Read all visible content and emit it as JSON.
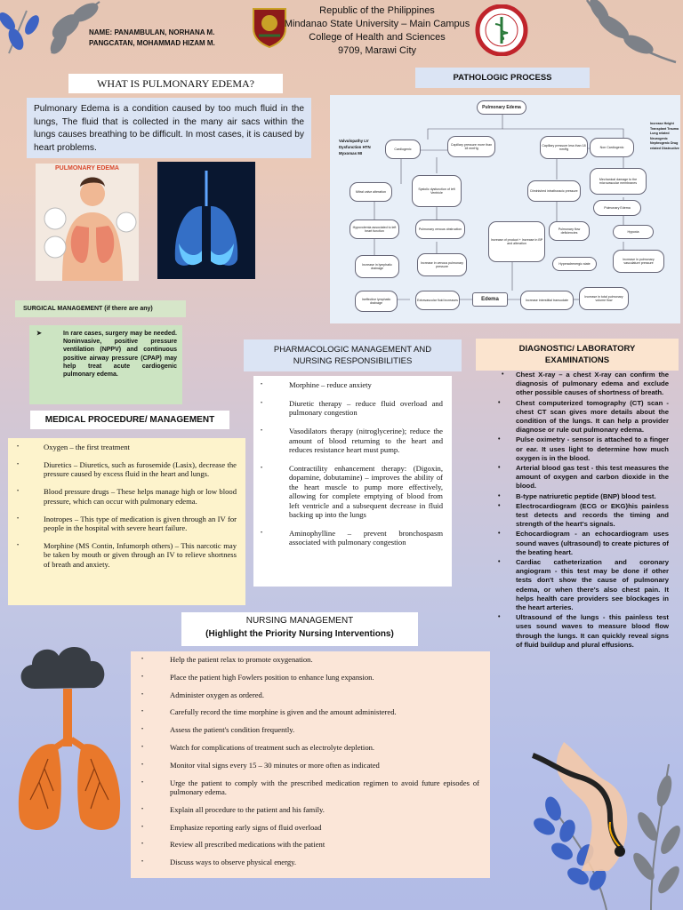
{
  "header": {
    "names": [
      "NAME: PANAMBULAN, NORHANA M.",
      "PANGCATAN, MOHAMMAD HIZAM M."
    ],
    "lines": [
      "Republic of the Philippines",
      "Mindanao State University – Main Campus",
      "College of Health and Sciences",
      "9709, Marawi City"
    ]
  },
  "definition": {
    "title": "WHAT IS PULMONARY EDEMA?",
    "text": "Pulmonary Edema is a condition caused by too much fluid in the lungs, The fluid that is collected in the many air sacs within the lungs causes breathing to be difficult. In most cases, it is caused by heart problems.",
    "image_caption": "PULMONARY EDEMA"
  },
  "pathologic": {
    "title": "PATHOLOGIC PROCESS",
    "nodes": {
      "root": "Pulmonary Edema",
      "causes": "Valvulopathy LV Dysfunction HTN Myxomas MI",
      "cardio": "Cardiogenic",
      "cap_more": "Capillary pressure more than 18 mmHg",
      "cap_less": "Capillary pressure less than 18 mmHg",
      "noncardio": "Non Cardiogenic",
      "noncardio_causes": "Increase Height Transplant Trauma Lung related Neurogenic Nephrogenic Drug related Obstructive",
      "mitral": "Mitral valve alteration",
      "systolic": "Systolic dysfunction of left Ventricle",
      "dimin": "Diminished intrathoracic pressure",
      "mech": "Mechanical damage to the microvascular membranes",
      "pulm_edema": "Pulmonary Edema",
      "hypo": "Hypovolemia associated to left heart function",
      "venous": "Pulmonary venous obstruction",
      "product": "Increase of product + Increase in BP and alteration",
      "flowdef": "Pulmonary flow deficiencies",
      "hypoxia": "Hypoxia",
      "lymph": "Increase in lymphatic drainage",
      "venp": "Increase in venous pulmonary pressure",
      "hyperadr": "Hyperadrenergic state",
      "vasc": "Increase in pulmonary vasculature pressure",
      "ineff": "Ineffective lymphatic drainage",
      "extravas": "Extravascular fluid increases",
      "edema": "Edema",
      "interst": "Increase interstitial transudate",
      "totalflow": "Increase in total pulmonary volume flow"
    }
  },
  "surgical": {
    "title": "SURGICAL MANAGEMENT (if there are any)",
    "text": "In rare cases, surgery may be needed. Noninvasive, positive pressure ventilation (NPPV) and continuous positive airway pressure (CPAP) may help treat acute cardiogenic pulmonary edema."
  },
  "medical": {
    "title": "MEDICAL PROCEDURE/ MANAGEMENT",
    "items": [
      {
        "term": "Oxygen",
        "text": " – the first treatment"
      },
      {
        "term": "Diuretics",
        "text": " – Diuretics, such as furosemide (Lasix), decrease the pressure caused by excess fluid in the heart and lungs."
      },
      {
        "term": "Blood pressure drugs",
        "text": " – These helps manage high or low blood pressure, which can occur with pulmonary edema."
      },
      {
        "term": "Inotropes",
        "text": " – This type of medication is given through an IV for people in the hospital with severe heart failure."
      },
      {
        "term": "Morphine (MS Contin, Infumorph others)",
        "text": " – This narcotic may be taken by mouth or given through an IV to relieve shortness of breath and anxiety."
      }
    ]
  },
  "pharma": {
    "title": "PHARMACOLOGIC MANAGEMENT AND NURSING RESPONSIBILITIES",
    "items": [
      {
        "term": "Morphine",
        "text": " – reduce anxiety"
      },
      {
        "term": "Diuretic therapy",
        "text": " – reduce fluid overload and pulmonary congestion"
      },
      {
        "term": "Vasodilators therapy",
        "text": " (nitroglycerine); reduce the amount of blood returning to the heart and reduces resistance heart must pump."
      },
      {
        "term": "Contractility enhancement therapy",
        "text": ": (Digoxin, dopamine, dobutamine) – improves the ability of the heart muscle to pump more effectively, allowing for complete emptying of blood from left ventricle and a subsequent decrease in fluid backing up into the lungs"
      },
      {
        "term": "Aminophylline",
        "text": " – prevent bronchospasm associated with pulmonary congestion"
      }
    ]
  },
  "diagnostic": {
    "title": "DIAGNOSTIC/ LABORATORY EXAMINATIONS",
    "items": [
      "Chest X-ray – a chest X-ray can confirm the diagnosis of pulmonary edema and exclude other possible causes of shortness of breath.",
      "Chest computerized tomography (CT) scan - chest CT scan gives more details about the condition of the lungs. It can help a provider diagnose or rule out pulmonary edema.",
      "Pulse oximetry - sensor is attached to a finger or ear. It uses light to determine how much oxygen is in the blood.",
      "Arterial blood gas test - this test measures the amount of oxygen and carbon dioxide in the blood.",
      "B-type natriuretic peptide (BNP) blood test.",
      "Electrocardiogram (ECG or EKG)his painless test detects and records the timing and strength of the heart's signals.",
      "Echocardiogram - an echocardiogram uses sound waves (ultrasound) to create pictures of the beating heart.",
      "Cardiac catheterization and coronary angiogram - this test may be done if other tests don't show the cause of pulmonary edema, or when there's also chest pain. It helps health care providers see blockages in the heart arteries.",
      "Ultrasound of the lungs - this painless test uses sound waves to measure blood flow through the lungs. It can quickly reveal signs of fluid buildup and plural effusions."
    ]
  },
  "nursing": {
    "title1": "NURSING MANAGEMENT",
    "title2": "(Highlight the Priority Nursing Interventions)",
    "items": [
      "Help the patient relax to promote oxygenation.",
      "Place the patient high Fowlers position to enhance lung expansion.",
      "Administer oxygen as ordered.",
      "Carefully record the time morphine is given and the amount administered.",
      "Assess the patient's condition frequently.",
      "Watch for complications of treatment such as electrolyte depletion.",
      "Monitor vital signs every 15 – 30 minutes or more often as indicated",
      "Urge the patient to comply with the prescribed medication regimen to avoid future episodes of pulmonary edema.",
      "Explain all procedure to the patient and his family.",
      "Emphasize reporting early signs of fluid overload",
      "Review all prescribed medications with the patient",
      "Discuss ways to observe physical energy."
    ]
  },
  "colors": {
    "accent_blue": "#3d63c4",
    "leaf_gray": "#7d8188",
    "lung_orange": "#e9782b"
  }
}
